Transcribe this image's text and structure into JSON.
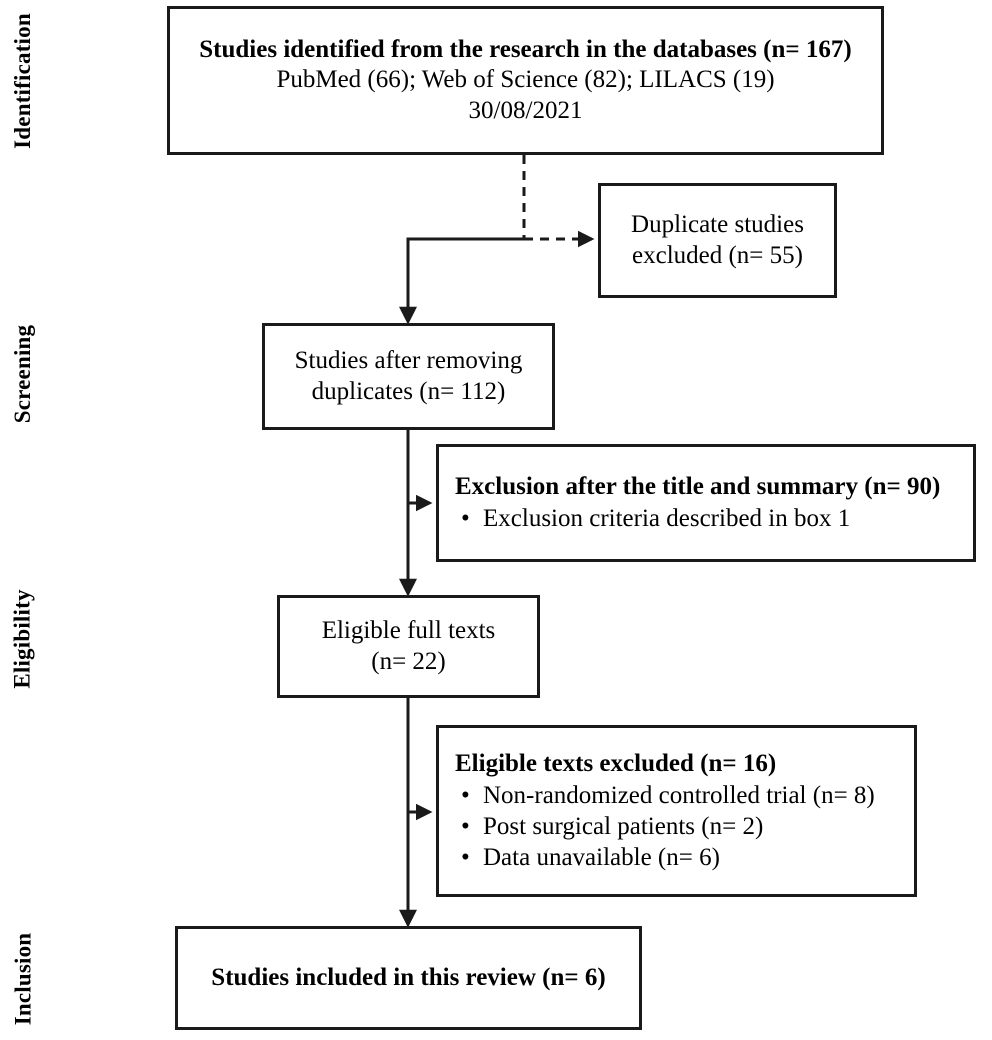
{
  "diagram": {
    "title": "PRISMA study selection flow diagram",
    "stages": [
      {
        "label": "Identification"
      },
      {
        "label": "Screening"
      },
      {
        "label": "Eligibility"
      },
      {
        "label": "Inclusion"
      }
    ],
    "boxes": {
      "identified": {
        "name": "studies-identified-box",
        "lines": [
          {
            "text": "Studies identified from the research in the databases (n= 167)",
            "bold": true
          },
          {
            "text": "PubMed (66); Web of Science (82); LILACS (19)",
            "bold": false
          },
          {
            "text": "30/08/2021",
            "bold": false
          }
        ]
      },
      "duplicates_excluded": {
        "name": "duplicate-studies-excluded-box",
        "lines": [
          {
            "text": "Duplicate studies",
            "bold": false
          },
          {
            "text": "excluded (n= 55)",
            "bold": false
          }
        ]
      },
      "after_duplicates": {
        "name": "studies-after-removing-duplicates-box",
        "lines": [
          {
            "text": "Studies after removing",
            "bold": false
          },
          {
            "text": "duplicates (n= 112)",
            "bold": false
          }
        ]
      },
      "title_summary_exclusion": {
        "name": "exclusion-title-summary-box",
        "heading": "Exclusion after the title and summary (n= 90)",
        "bullets": [
          "Exclusion criteria described in box 1"
        ]
      },
      "eligible_full_texts": {
        "name": "eligible-full-texts-box",
        "lines": [
          {
            "text": "Eligible full texts",
            "bold": false
          },
          {
            "text": "(n= 22)",
            "bold": false
          }
        ]
      },
      "eligible_excluded": {
        "name": "eligible-texts-excluded-box",
        "heading": "Eligible texts excluded (n= 16)",
        "bullets": [
          "Non-randomized controlled trial (n= 8)",
          "Post surgical patients (n= 2)",
          "Data unavailable (n= 6)"
        ]
      },
      "included": {
        "name": "studies-included-box",
        "lines": [
          {
            "text": "Studies included in this review (n= 6)",
            "bold": true
          }
        ]
      }
    },
    "bullet_glyph": "•",
    "colors": {
      "stroke": "#1a1a1a",
      "background": "#ffffff",
      "text": "#000000"
    }
  },
  "chart_data": {
    "type": "diagram",
    "title": "PRISMA flow of study selection",
    "nodes": [
      {
        "id": "identified",
        "stage": "Identification",
        "label": "Studies identified from the research in the databases",
        "n": 167,
        "detail": [
          {
            "source": "PubMed",
            "n": 66
          },
          {
            "source": "Web of Science",
            "n": 82
          },
          {
            "source": "LILACS",
            "n": 19
          }
        ],
        "date": "30/08/2021"
      },
      {
        "id": "duplicates_excluded",
        "stage": "Identification",
        "label": "Duplicate studies excluded",
        "n": 55
      },
      {
        "id": "after_duplicates",
        "stage": "Screening",
        "label": "Studies after removing duplicates",
        "n": 112
      },
      {
        "id": "title_summary_exclusion",
        "stage": "Screening",
        "label": "Exclusion after the title and summary",
        "n": 90,
        "detail": [
          {
            "reason": "Exclusion criteria described in box 1"
          }
        ]
      },
      {
        "id": "eligible_full_texts",
        "stage": "Eligibility",
        "label": "Eligible full texts",
        "n": 22
      },
      {
        "id": "eligible_excluded",
        "stage": "Eligibility",
        "label": "Eligible texts excluded",
        "n": 16,
        "detail": [
          {
            "reason": "Non-randomized controlled trial",
            "n": 8
          },
          {
            "reason": "Post surgical patients",
            "n": 2
          },
          {
            "reason": "Data unavailable",
            "n": 6
          }
        ]
      },
      {
        "id": "included",
        "stage": "Inclusion",
        "label": "Studies included in this review",
        "n": 6
      }
    ],
    "edges": [
      {
        "from": "identified",
        "to": "duplicates_excluded",
        "style": "dashed"
      },
      {
        "from": "identified",
        "to": "after_duplicates",
        "style": "solid"
      },
      {
        "from": "after_duplicates",
        "to": "title_summary_exclusion",
        "style": "dashed"
      },
      {
        "from": "after_duplicates",
        "to": "eligible_full_texts",
        "style": "solid"
      },
      {
        "from": "eligible_full_texts",
        "to": "eligible_excluded",
        "style": "dashed"
      },
      {
        "from": "eligible_full_texts",
        "to": "included",
        "style": "solid"
      }
    ]
  }
}
